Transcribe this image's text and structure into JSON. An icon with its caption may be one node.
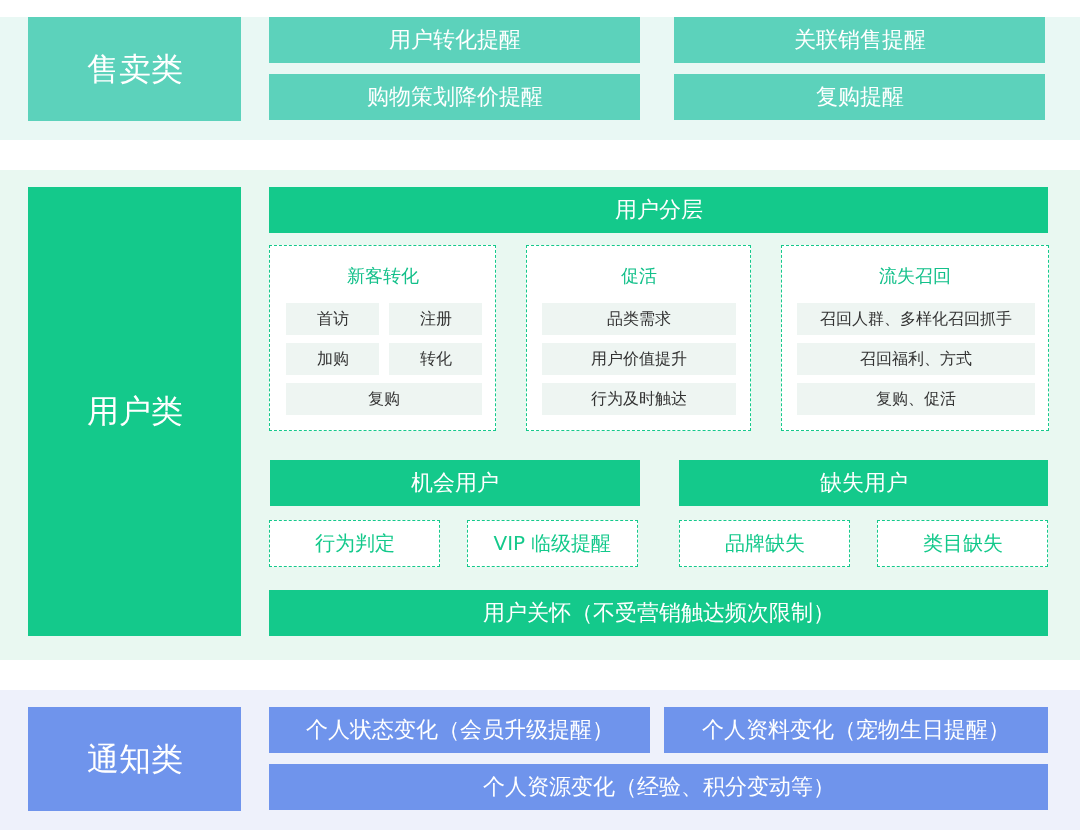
{
  "diagram": {
    "nodes": [
      {
        "text": [
          "售卖类"
        ]
      },
      {
        "text": [
          "用户转化提醒"
        ]
      },
      {
        "text": [
          "关联销售提醒"
        ]
      },
      {
        "text": [
          "购物策划降价提醒"
        ]
      },
      {
        "text": [
          "复购提醒"
        ]
      },
      {
        "text": [
          "用户类"
        ]
      },
      {
        "text": [
          "用户分层"
        ]
      },
      {
        "text": [
          "新客转化"
        ]
      },
      {
        "text": [
          "首访"
        ],
        "in": 7
      },
      {
        "text": [
          "注册"
        ],
        "in": 7
      },
      {
        "text": [
          "加购"
        ],
        "in": 7
      },
      {
        "text": [
          "转化"
        ],
        "in": 7
      },
      {
        "text": [
          "复购"
        ],
        "in": 7
      },
      {
        "text": [
          "促活"
        ]
      },
      {
        "text": [
          "品类需求"
        ],
        "in": 13
      },
      {
        "text": [
          "用户价值提升"
        ],
        "in": 13
      },
      {
        "text": [
          "行为及时触达"
        ],
        "in": 13
      },
      {
        "text": [
          "流失召回"
        ]
      },
      {
        "text": [
          "召回人群、多样化召回抓手"
        ],
        "in": 17
      },
      {
        "text": [
          "召回福利、方式"
        ],
        "in": 17
      },
      {
        "text": [
          "复购、促活"
        ],
        "in": 17
      },
      {
        "text": [
          "机会用户"
        ]
      },
      {
        "text": [
          "缺失用户"
        ]
      },
      {
        "text": [
          "行为判定"
        ]
      },
      {
        "text": [
          "VIP 临级提醒"
        ]
      },
      {
        "text": [
          "品牌缺失"
        ]
      },
      {
        "text": [
          "类目缺失"
        ]
      },
      {
        "text": [
          "用户关怀（不受营销触达频次限制）"
        ]
      },
      {
        "text": [
          "通知类"
        ]
      },
      {
        "text": [
          "个人状态变化（会员升级提醒）"
        ]
      },
      {
        "text": [
          "个人资料变化（宠物生日提醒）"
        ]
      },
      {
        "text": [
          "个人资源变化（经验、积分变动等）"
        ]
      }
    ],
    "edges": []
  }
}
